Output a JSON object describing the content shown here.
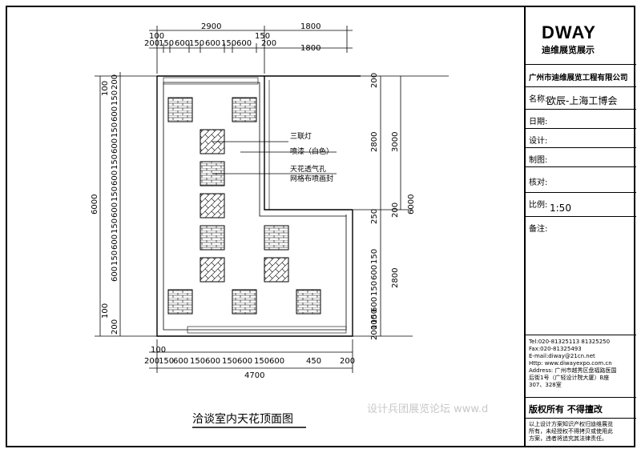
{
  "drawing": {
    "title": "洽谈室内天花顶面图",
    "watermark": "设计兵团展览论坛 www.d",
    "labels": {
      "triple_lamp": "三联灯",
      "paint": "喷漆（白色）",
      "vent_1": "天花透气孔",
      "vent_2": "网格布喷画封"
    },
    "dims_top": {
      "overall_left": "2900",
      "overall_right": "1800",
      "row2": [
        "100",
        "200",
        "150",
        "600",
        "150",
        "600",
        "150",
        "600",
        "150",
        "200",
        "1800"
      ]
    },
    "dims_bottom": {
      "row1": [
        "100",
        "200",
        "150",
        "600",
        "150",
        "600",
        "150",
        "600",
        "150",
        "600",
        "450",
        "200"
      ],
      "total": "4700"
    },
    "dims_left": {
      "total": "6000",
      "chain": [
        "200",
        "100",
        "150",
        "600",
        "150",
        "600",
        "150",
        "600",
        "150",
        "600",
        "150",
        "600",
        "150",
        "600",
        "100",
        "200"
      ]
    },
    "dims_right": {
      "total": "6000",
      "upper": [
        "200",
        "2800",
        "3000"
      ],
      "lower": [
        "250",
        "200",
        "150",
        "600",
        "150",
        "600",
        "150",
        "2800",
        "100",
        "200"
      ]
    }
  },
  "title_block": {
    "logo_text": "DWAY",
    "logo_sub": "迪维展览展示",
    "company": "广州市迪维展览工程有限公司",
    "name_label": "名称:",
    "name_value": "欧辰-上海工博会",
    "date_label": "日期:",
    "design_label": "设计:",
    "draw_label": "制图:",
    "check_label": "核对:",
    "scale_label": "比例:",
    "scale_value": "1:50",
    "remark_label": "备注:",
    "contact": [
      "Tel:020-81325113 81325250",
      "Fax:020-81325493",
      "E-mail:diway@21cn.net",
      "Http: www.diwayexpo.com.cn",
      "Address: 广州市越秀区盘福路医国",
      "后街1号（广轻设计院大厦）B座",
      "307、328室"
    ],
    "copyright": "版权所有  不得擅改",
    "notice": [
      "以上设计方案知识产权归迪维展览",
      "所有，未经授权不得拷贝或使用此",
      "方案，违者将追究其法律责任。"
    ]
  },
  "colors": {
    "line": "#000000",
    "bg": "#ffffff",
    "watermark": "#c8c8c8"
  }
}
